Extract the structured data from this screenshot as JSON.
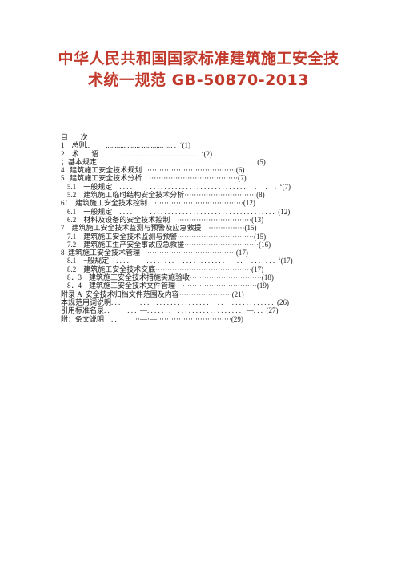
{
  "title": {
    "line1": "中华人民共和国国家标准建筑施工安全技",
    "line2": "术统一规范  GB-50870-2013"
  },
  "toc": {
    "heading": "目       次",
    "rows": [
      {
        "text": "1    总则..         ........... ....... ............ .... .  ‘(1)",
        "indent": false
      },
      {
        "text": "2    术       语.  .         .................. .......................  ‘(2)",
        "indent": false
      },
      {
        "text": "；基本规定   . .          . . . . . . . . . . . . . . . . . . . . . .     . . . . . . . . . . . .  (5)",
        "indent": false
      },
      {
        "text": "4   建筑施工安全技术规划   ·····································(6)",
        "indent": false
      },
      {
        "text": "5   建筑施工安全技术分析    ·····································(7)",
        "indent": false
      },
      {
        "text": "5.1    一般规定    . . . .          . . . . . . . . . . . . . . . . . . . . . . . . . . .     .     .    .  ‘(7)",
        "indent": true
      },
      {
        "text": "5.2    建筑施工临时结构安全技术分析······························(8)",
        "indent": true
      },
      {
        "text": "6：  建筑施工安全技术控制    ·····································(12)",
        "indent": false
      },
      {
        "text": "6.1    一般规定    . . . .          . . . . . . . . . . . . . . . . . . . . . . . . . . . . . . . . . . .  (12)",
        "indent": true
      },
      {
        "text": "6.2    材料及设备的安全技术控制    ·······························(13)",
        "indent": true
      },
      {
        "text": "7    建筑施工安全技术监测与预警及应急救援    ···············(15)",
        "indent": false
      },
      {
        "text": "7.1    建筑施工安全技术监测与预警································(15)",
        "indent": true
      },
      {
        "text": "7.2    建筑施工生产安全事故应急救援·······························(16)",
        "indent": true
      },
      {
        "text": "8  建筑施工安全技术管理    ·····································(17)",
        "indent": false
      },
      {
        "text": "8.1    ~般规定    . . . .          . . . . . . . .     . . . . . . . . . . . . .     . .     . . . . . . .  ‘(17)",
        "indent": true
      },
      {
        "text": "8.2    建筑施工安全技术交底········································(17)",
        "indent": true
      },
      {
        "text": "8．3    建筑施工安全技术措施实施验收······························(18)",
        "indent": true
      },
      {
        "text": "8．4    建筑施工安全技术文件管理    ·······························(19)",
        "indent": true
      },
      {
        "text": "附录 A  安全技术归档文件范围及内容······················(21)",
        "indent": false
      },
      {
        "text": "本规范用词说明. . .           . . .    . . . . . . . . . . . . . . .     . .     . . . . . . . . . . . .  (26)",
        "indent": false
      },
      {
        "text": "引用标准名录. .          . . .  —. . . . . . .    . . . . . . . . . . . . . . . . . .   —. . .  (27)",
        "indent": false
      },
      {
        "text": "附：条文说明    . .         ···—·—·······························(29)",
        "indent": false
      }
    ]
  }
}
